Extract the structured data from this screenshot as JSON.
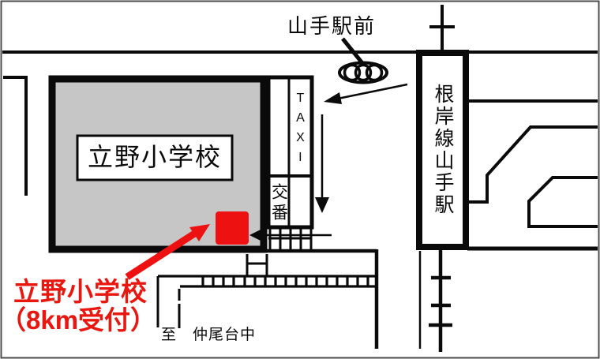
{
  "colors": {
    "marker_red": "#ee1111",
    "destination_text_red": "#e8170f",
    "school_fill_gray": "#c6c6c6",
    "line_black": "#0a0a0a"
  },
  "labels": {
    "rotary_area": "山手駅前",
    "school": "立野小学校",
    "taxi": "TAXI",
    "police_box": "交番",
    "station": "根岸線山手駅",
    "destination_line1": "立野小学校",
    "destination_line2": "（8km受付）",
    "direction_south": "至　仲尾台中"
  },
  "icons": {
    "bus_rotary": "bus-rotary-icon (ellipse with three circles)",
    "route_arrow": "red-route-arrow-icon (thick red arrow to reception marker)",
    "taxi_guide_arrow": "arrow-to-taxi-icon (thin arrow pointing down-left)",
    "down_arrow": "arrow-down-icon (thin arrow pointing down)",
    "left_arrow": "arrow-left-icon (thin arrow pointing left at marker)"
  }
}
